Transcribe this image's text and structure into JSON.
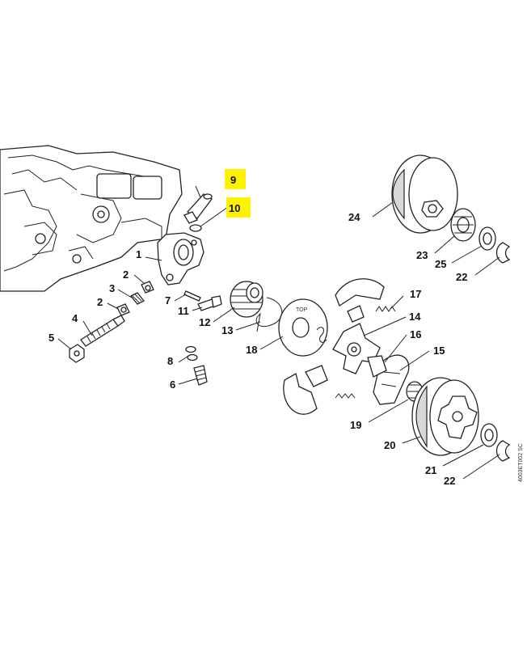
{
  "diagram": {
    "drawing_code": "4003ET002 SC",
    "highlight_color": "#fff200",
    "labels": {
      "p1": "1",
      "p2a": "2",
      "p2b": "2",
      "p3": "3",
      "p4": "4",
      "p5": "5",
      "p6": "6",
      "p7": "7",
      "p8": "8",
      "p9": "9",
      "p10": "10",
      "p11": "11",
      "p12": "12",
      "p13": "13",
      "p14": "14",
      "p15": "15",
      "p16": "16",
      "p17": "17",
      "p18": "18",
      "p19": "19",
      "p20": "20",
      "p21": "21",
      "p22a": "22",
      "p22b": "22",
      "p23": "23",
      "p24": "24",
      "p25": "25"
    }
  }
}
